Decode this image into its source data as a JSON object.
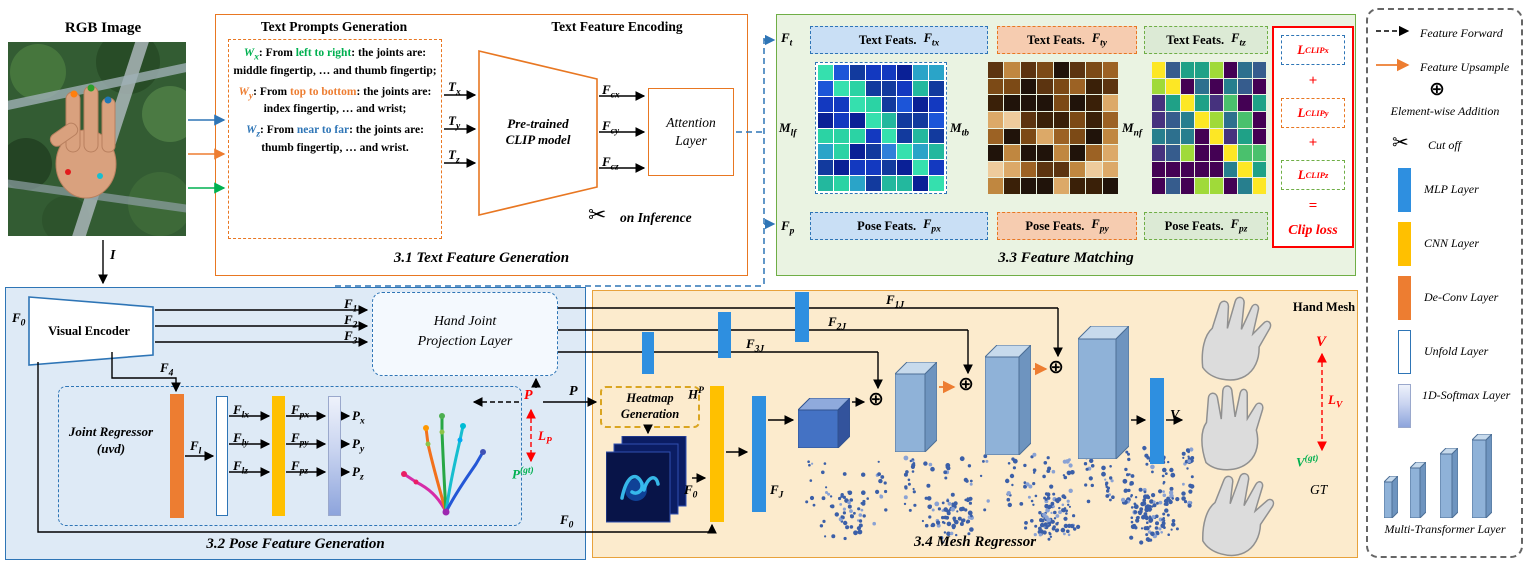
{
  "icons": {
    "scissors": "✂",
    "oplus": "⊕"
  },
  "colors": {
    "orange_border": "#E87722",
    "green_border": "#6FAE46",
    "blue_border": "#2E75B6",
    "red": "#FF0000",
    "green_text": "#00B050",
    "mlp_blue": "#2E8FE0",
    "cnn_yellow": "#FFC000",
    "deconv_orange": "#ED7D31",
    "pose_bg": "#DEEAF6",
    "mesh_bg": "#FCEBCD",
    "match_bg": "#EAF3E2"
  },
  "rgb": {
    "title": "RGB Image",
    "input_label": "I"
  },
  "s31": {
    "caption": "3.1 Text Feature Generation",
    "prompts_title": "Text Prompts Generation",
    "prompts": [
      {
        "wb": "W",
        "ws": "x",
        "mid": ": From ",
        "hl": "left to right",
        "rest": ": the joints are: middle fingertip, … and thumb fingertip;"
      },
      {
        "wb": "W",
        "ws": "y",
        "mid": ": From ",
        "hl": "top to bottom",
        "rest": ": the joints are: index fingertip, … and wrist;"
      },
      {
        "wb": "W",
        "ws": "z",
        "mid": ": From ",
        "hl": "near to far",
        "rest": ": the joints are: thumb fingertip, … and wrist."
      }
    ],
    "t_labels": [
      [
        "T",
        "x"
      ],
      [
        "T",
        "y"
      ],
      [
        "T",
        "z"
      ]
    ],
    "encoding_title": "Text Feature Encoding",
    "clip_line1": "Pre-trained",
    "clip_line2": "CLIP model",
    "fc_labels": [
      [
        "F",
        "cx"
      ],
      [
        "F",
        "cy"
      ],
      [
        "F",
        "cz"
      ]
    ],
    "attention_line1": "Attention",
    "attention_line2": "Layer",
    "inference_note": "on Inference"
  },
  "s32": {
    "caption": "3.2 Pose Feature Generation",
    "f0_in": [
      "F",
      "0"
    ],
    "encoder": "Visual Encoder",
    "f_labels": [
      [
        "F",
        "1"
      ],
      [
        "F",
        "2"
      ],
      [
        "F",
        "3"
      ],
      [
        "F",
        "4"
      ]
    ],
    "regressor_line1": "Joint Regressor",
    "regressor_line2": "(uvd)",
    "fl": [
      "F",
      "l"
    ],
    "fl_xyz": [
      [
        "F",
        "lx"
      ],
      [
        "F",
        "ly"
      ],
      [
        "F",
        "lz"
      ]
    ],
    "fp_xyz": [
      [
        "F",
        "px"
      ],
      [
        "F",
        "py"
      ],
      [
        "F",
        "pz"
      ]
    ],
    "p_xyz": [
      [
        "P",
        "x"
      ],
      [
        "P",
        "y"
      ],
      [
        "P",
        "z"
      ]
    ],
    "projection_line1": "Hand Joint",
    "projection_line2": "Projection Layer",
    "p_out": "P",
    "p_in": "P",
    "lp": [
      "L",
      "P"
    ],
    "p_gt": [
      "P",
      "(gt)"
    ],
    "f0_out": [
      "F",
      "0"
    ]
  },
  "s33": {
    "caption": "3.3 Feature Matching",
    "ft": [
      "F",
      "t"
    ],
    "fp": [
      "F",
      "p"
    ],
    "text_feats": [
      {
        "label": "Text Feats.",
        "fb": "F",
        "fs": "tx"
      },
      {
        "label": "Text Feats.",
        "fb": "F",
        "fs": "ty"
      },
      {
        "label": "Text Feats.",
        "fb": "F",
        "fs": "tz"
      }
    ],
    "pose_feats": [
      {
        "label": "Pose Feats.",
        "fb": "F",
        "fs": "px"
      },
      {
        "label": "Pose Feats.",
        "fb": "F",
        "fs": "py"
      },
      {
        "label": "Pose Feats.",
        "fb": "F",
        "fs": "pz"
      }
    ],
    "matrix_labels": [
      [
        "M",
        "lf"
      ],
      [
        "M",
        "tb"
      ],
      [
        "M",
        "nf"
      ]
    ],
    "matrices": [
      {
        "palette": [
          "#0a2096",
          "#1339c0",
          "#1c55d8",
          "#2f7fd9",
          "#2aa4c8",
          "#23b89e",
          "#2bd3a4",
          "#123a9e"
        ],
        "diag": "#35e0ae"
      },
      {
        "palette": [
          "#20130a",
          "#3a2008",
          "#5c3410",
          "#7c4a16",
          "#9c6224",
          "#c08740",
          "#dca968",
          "#eecb9c"
        ],
        "diag": null
      },
      {
        "palette": [
          "#440154",
          "#46327e",
          "#365c8d",
          "#277f8e",
          "#1fa187",
          "#4ac16d",
          "#a0da39",
          "#2d708e"
        ],
        "diag": "#fde725"
      }
    ],
    "loss_terms": [
      [
        "L",
        "CLIPx"
      ],
      [
        "L",
        "CLIPy"
      ],
      [
        "L",
        "CLIPz"
      ]
    ],
    "plus": "+",
    "equals": "=",
    "loss_result": "Clip loss"
  },
  "s34": {
    "caption": "3.4 Mesh Regressor",
    "heatmap_line1": "Heatmap",
    "heatmap_line2": "Generation",
    "hp": [
      "H",
      "P"
    ],
    "f0": [
      "F",
      "0"
    ],
    "fj": [
      "F",
      "J"
    ],
    "fj_skip": [
      [
        "F",
        "1J"
      ],
      [
        "F",
        "2J"
      ],
      [
        "F",
        "3J"
      ]
    ],
    "v_out": "V",
    "hand_mesh": "Hand Mesh",
    "v_pred": "V",
    "lv": [
      "L",
      "V"
    ],
    "v_gt": [
      "V",
      "(gt)"
    ],
    "gt": "GT"
  },
  "legend": {
    "items": [
      {
        "label": "Feature Forward"
      },
      {
        "label": "Feature Upsample"
      },
      {
        "label": "Element-wise Addition"
      },
      {
        "label": "Cut off"
      },
      {
        "label": "MLP Layer"
      },
      {
        "label": "CNN Layer"
      },
      {
        "label": "De-Conv Layer"
      },
      {
        "label": "Unfold Layer"
      },
      {
        "label": "1D-Softmax Layer"
      },
      {
        "label": "Multi-Transformer Layer"
      }
    ]
  }
}
